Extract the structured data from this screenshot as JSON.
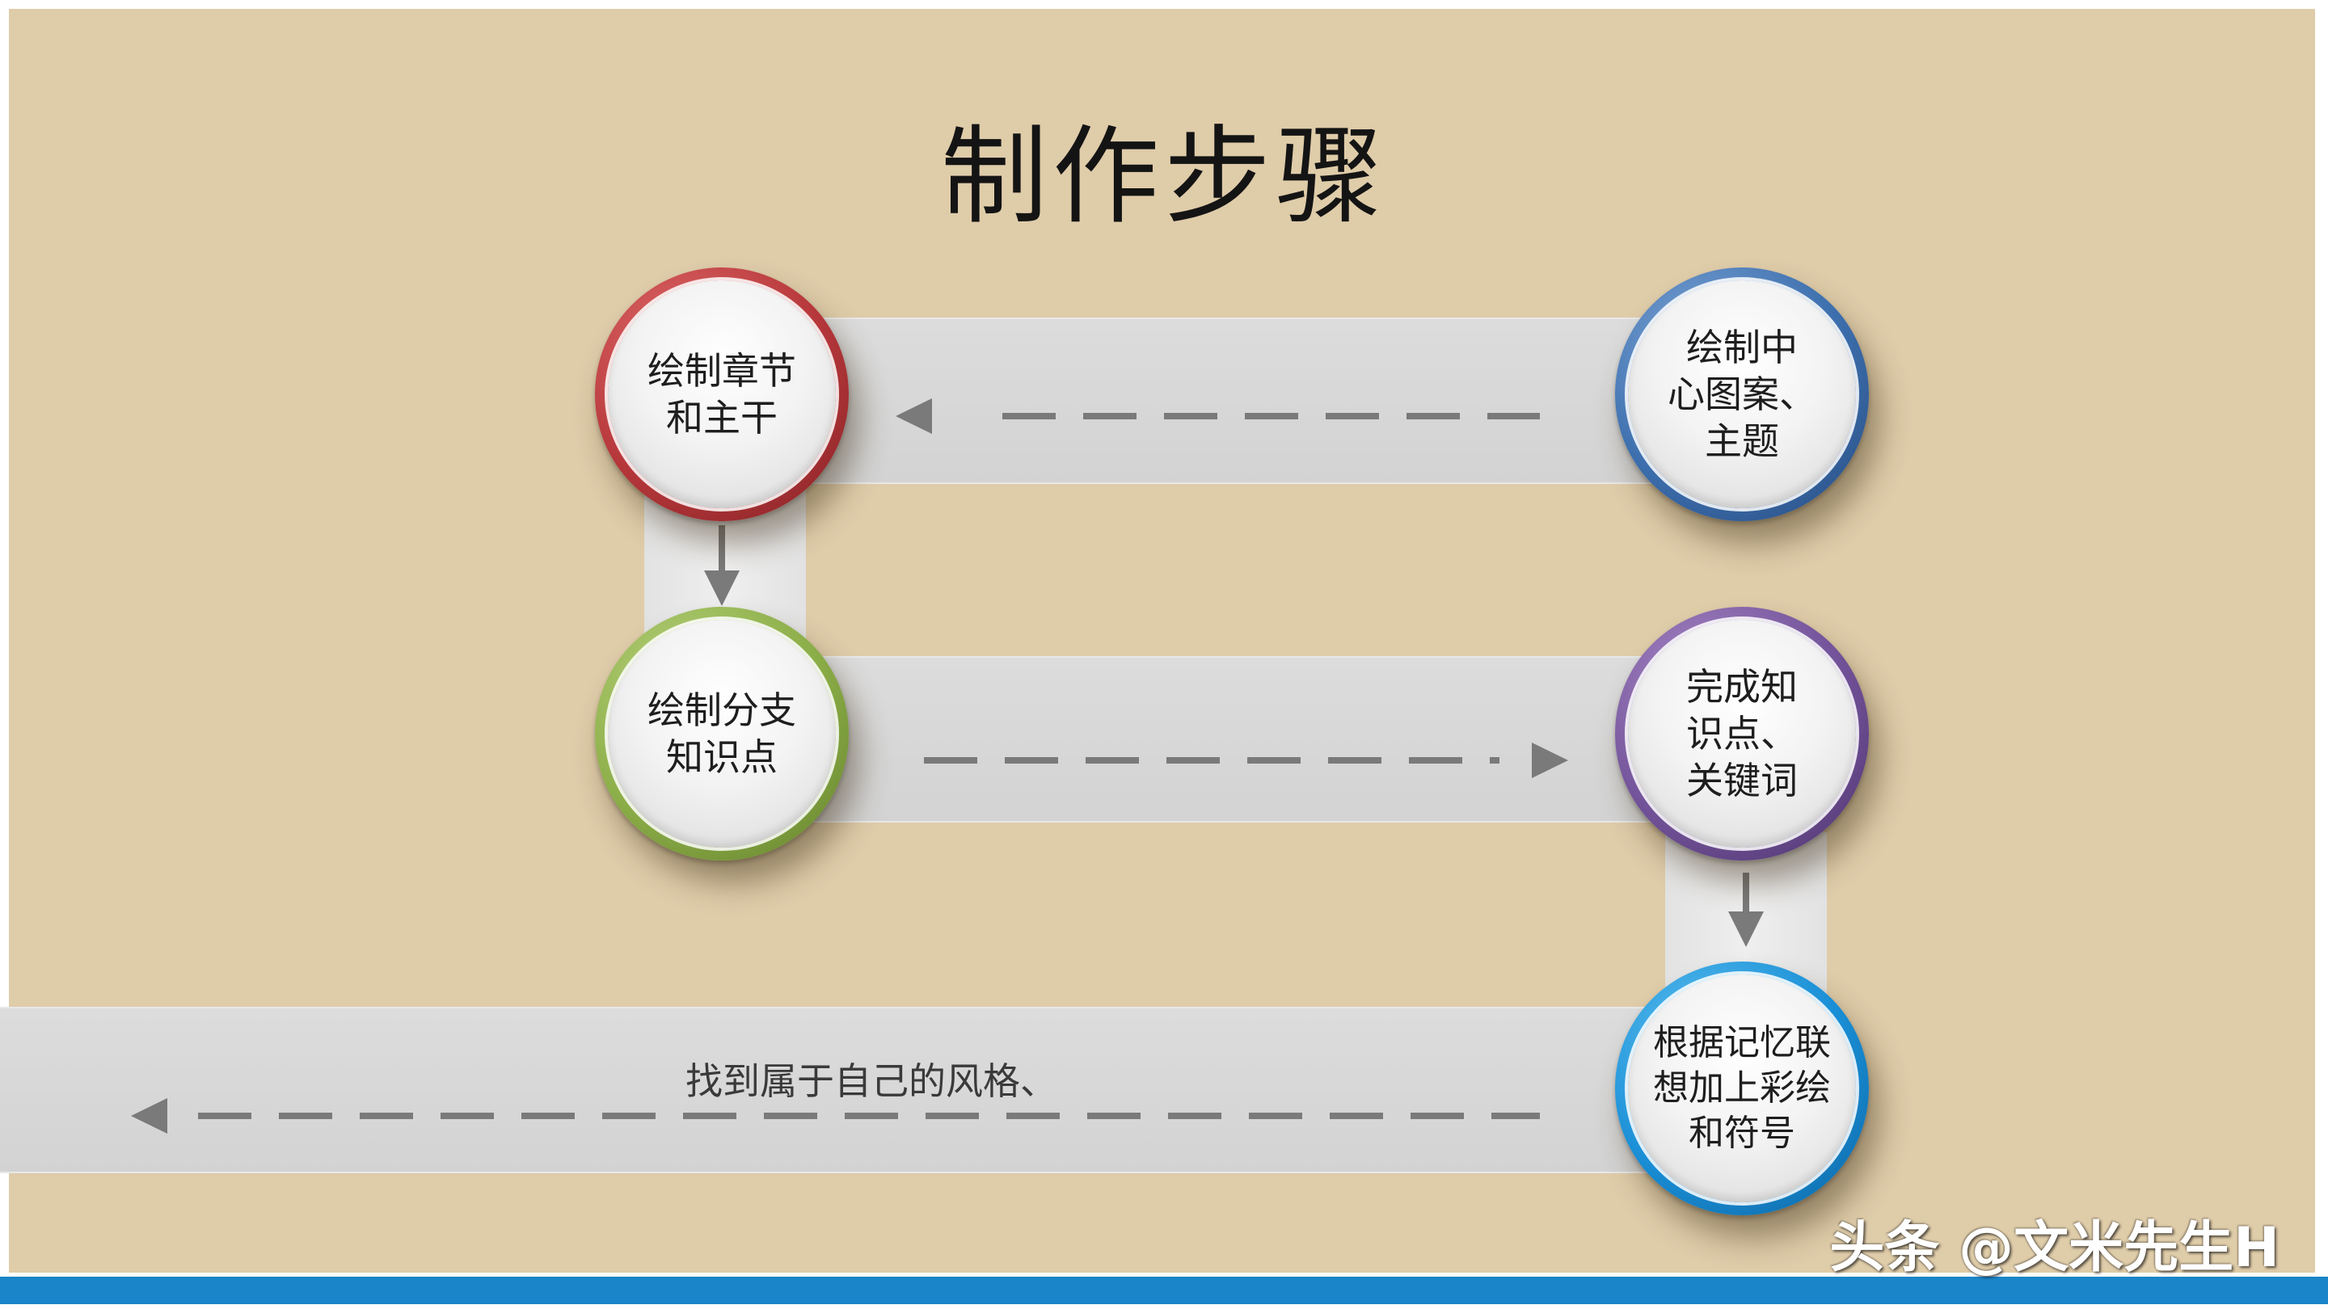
{
  "slide": {
    "title": "制作步骤",
    "background_color": "#dfcca9",
    "bottom_bar_color": "#1a85c8"
  },
  "steps": [
    {
      "label": "绘制中\n心图案、\n主题",
      "ring_color": "blue"
    },
    {
      "label": "绘制章节\n和主干",
      "ring_color": "red"
    },
    {
      "label": "绘制分支\n知识点",
      "ring_color": "green"
    },
    {
      "label": "完成知\n识点、\n关键词",
      "ring_color": "purple"
    },
    {
      "label": "根据记忆联\n想加上彩绘\n和符号",
      "ring_color": "cyan"
    }
  ],
  "final_step_text": "找到属于自己的风格、",
  "watermark": "头条 @文米先生H",
  "icons": [
    "arrow-left-icon",
    "arrow-right-icon",
    "arrow-down-icon"
  ]
}
